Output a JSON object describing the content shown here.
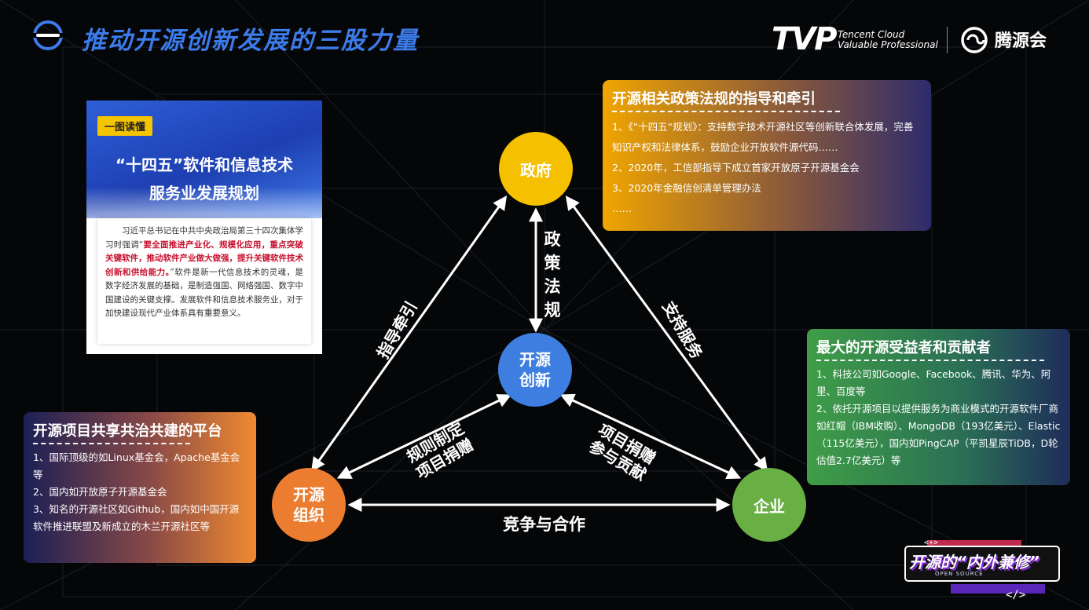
{
  "header": {
    "title": "推动开源创新发展的三股力量",
    "tvp_logo": "TVP",
    "tvp_line1": "Tencent Cloud",
    "tvp_line2": "Valuable Professional",
    "brand_name": "腾源会"
  },
  "document": {
    "tag": "一图读懂",
    "title_line1": "“十四五”软件和信息技术",
    "title_line2": "服务业发展规划",
    "body_prefix": "习近平总书记在中共中央政治局第三十四次集体学习时强调“",
    "body_highlight": "要全面推进产业化、规模化应用，重点突破关键软件，推动软件产业做大做强，提升关键软件技术创新和供给能力。",
    "body_suffix": "”软件是新一代信息技术的灵魂，是数字经济发展的基础，是制造强国、网络强国、数字中国建设的关键支撑。发展软件和信息技术服务业，对于加快建设现代产业体系具有重要意义。"
  },
  "nodes": {
    "gov": "政府",
    "core_line1": "开源",
    "core_line2": "创新",
    "org_line1": "开源",
    "org_line2": "组织",
    "ent": "企业"
  },
  "edges": {
    "policy": [
      "政",
      "策",
      "法",
      "规"
    ],
    "guide": "指导牵引",
    "support": "支持服务",
    "rules_line1": "规则制定",
    "rules_line2": "项目捐赠",
    "donate_line1": "项目捐赠",
    "donate_line2": "参与贡献",
    "compete": "竞争与合作"
  },
  "gov_box": {
    "title": "开源相关政策法规的指导和牵引",
    "items": [
      "1、《“十四五“规划》：支持数字技术开源社区等创新联合体发展，完善知识产权和法律体系，鼓励企业开放软件源代码……",
      "2、2020年，工信部指导下成立首家开放原子开源基金会",
      "3、2020年金融信创清单管理办法",
      "……"
    ]
  },
  "ent_box": {
    "title": "最大的开源受益者和贡献者",
    "items": [
      "1、科技公司如Google、Facebook、腾讯、华为、阿里、百度等",
      "2、依托开源项目以提供服务为商业模式的开源软件厂商如红帽（IBM收购）、MongoDB（193亿美元）、Elastic（115亿美元），国内如PingCAP（平凯星辰TiDB，D轮估值2.7亿美元）等"
    ]
  },
  "org_box": {
    "title": "开源项目共享共治共建的平台",
    "items": [
      "1、国际顶级的如Linux基金会，Apache基金会等",
      "2、国内如开放原子开源基金会",
      "3、知名的开源社区如Github，国内如中国开源软件推进联盟及新成立的木兰开源社区等"
    ]
  },
  "badge": {
    "text": "开源的“内外兼修”",
    "sub": "OPEN SOURCE"
  },
  "colors": {
    "gov": "#f5c000",
    "core": "#3d7ee0",
    "org": "#ec7d30",
    "ent": "#68b044",
    "title": "#3c7bea"
  }
}
